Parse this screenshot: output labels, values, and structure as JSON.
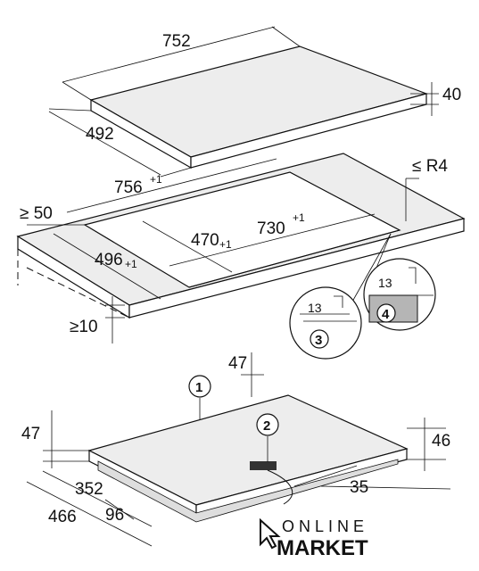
{
  "top_hob": {
    "width": "752",
    "depth": "492",
    "height": "40"
  },
  "cutout": {
    "outer_width": "756",
    "outer_width_tol": "+1",
    "radius": "≤ R4",
    "edge_distance": "≥ 50",
    "outer_depth": "496",
    "outer_depth_tol": "+1",
    "inner_depth": "470",
    "inner_depth_tol": "+1",
    "inner_width": "730",
    "inner_width_tol": "+1",
    "min_worktop": "≥10"
  },
  "details": [
    {
      "number": "3",
      "dim": "13"
    },
    {
      "number": "4",
      "dim": "13"
    }
  ],
  "bottom_hob": {
    "top_clearance": "47",
    "left_height": "47",
    "right_height": "46",
    "offset_a": "352",
    "offset_b": "466",
    "offset_c": "96",
    "offset_d": "35",
    "callout_1": "1",
    "callout_2": "2"
  },
  "logo": {
    "line1": "ONLINE",
    "line2": "MARKET"
  }
}
